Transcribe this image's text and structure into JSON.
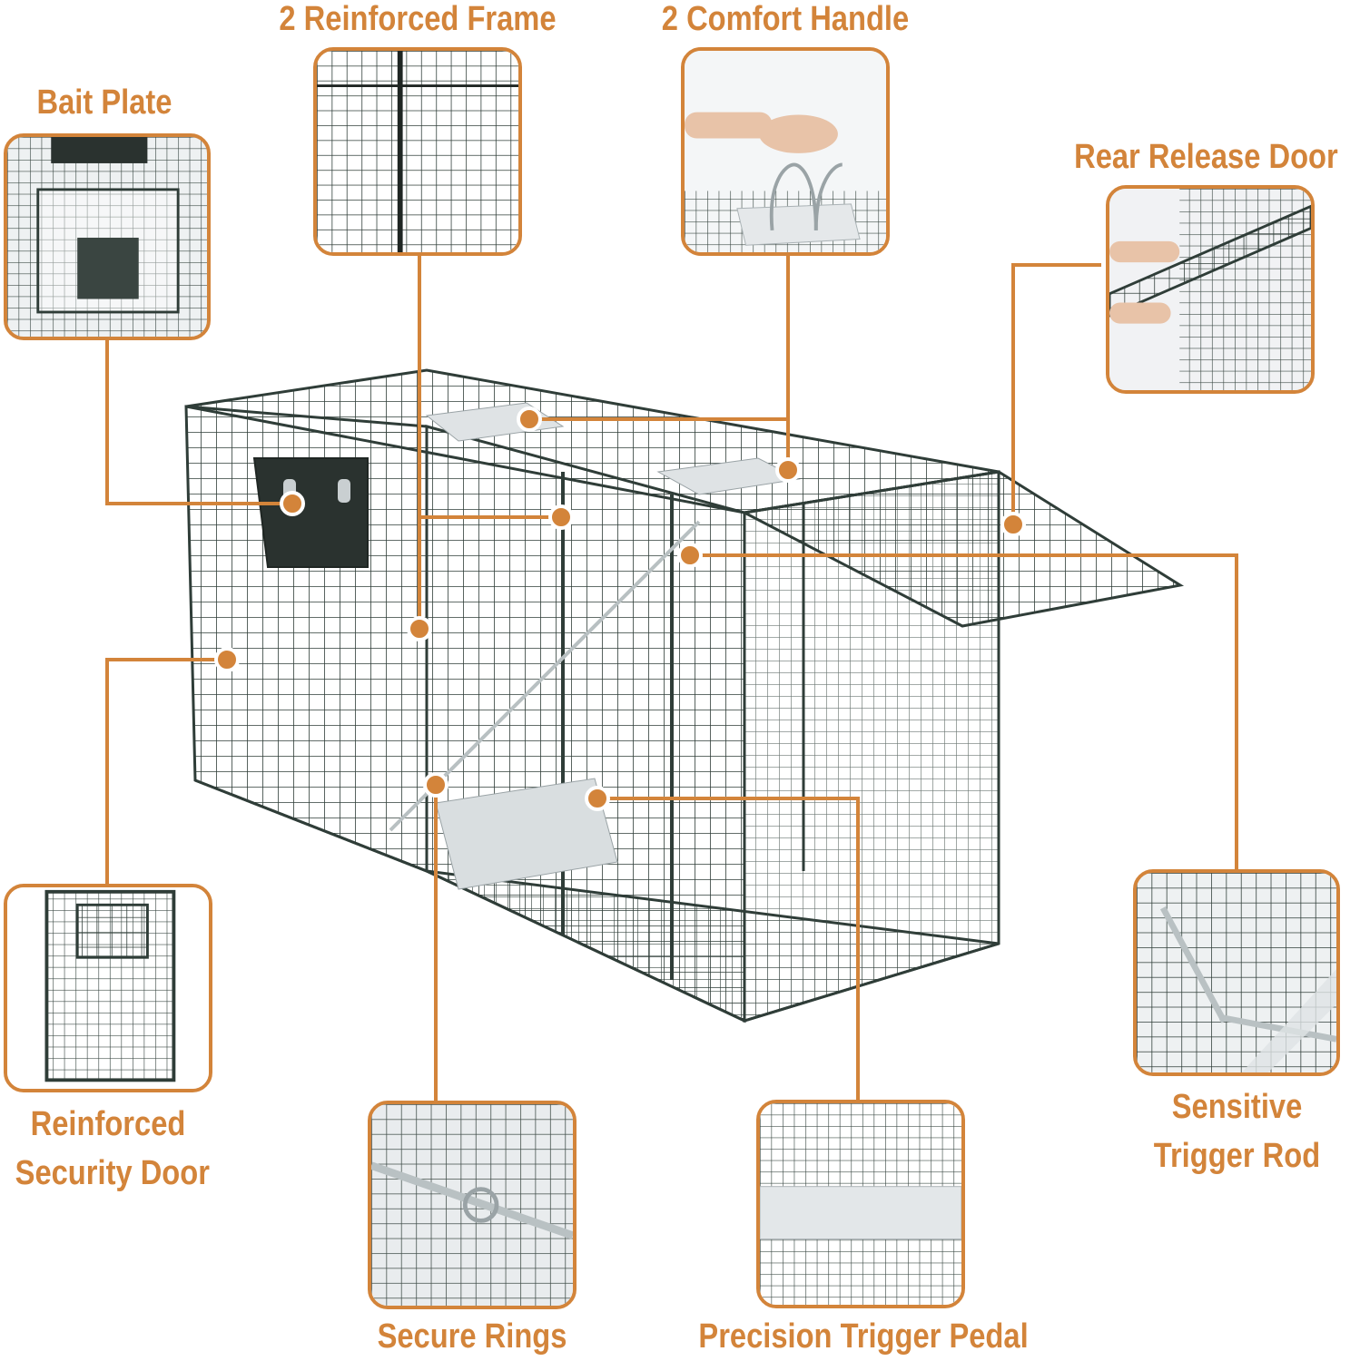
{
  "colors": {
    "accent": "#d3843a",
    "wire": "#2f3d38",
    "plate": "#dfe3e5",
    "background": "#ffffff"
  },
  "callouts": {
    "bait_plate": "Bait Plate",
    "reinforced_frame": "2 Reinforced Frame",
    "comfort_handle": "2 Comfort Handle",
    "rear_release_door": "Rear Release Door",
    "security_door": {
      "line1": "Reinforced",
      "line2": "Security Door"
    },
    "secure_rings": "Secure Rings",
    "trigger_pedal": "Precision Trigger Pedal",
    "trigger_rod": {
      "line1": "Sensitive",
      "line2": "Trigger Rod"
    }
  }
}
